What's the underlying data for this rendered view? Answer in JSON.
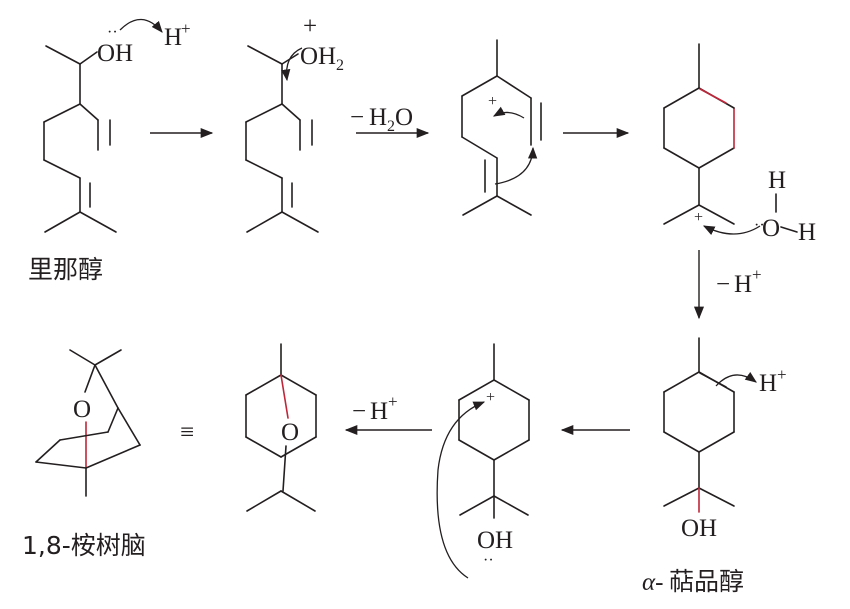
{
  "labels": {
    "oh": "OH",
    "o": "O",
    "h": "H",
    "plus": "+",
    "minus": "−",
    "sub2": "2",
    "equiv": "≡",
    "dots": "··"
  },
  "reagents": {
    "h2o": "H",
    "hplus": "H"
  },
  "compounds": {
    "linalool": "里那醇",
    "cineole": "1,8-桉树脑",
    "terpineol_prefix": "α-",
    "terpineol": "萜品醇"
  },
  "colors": {
    "ink": "#231f20",
    "highlight": "#c0263a"
  }
}
